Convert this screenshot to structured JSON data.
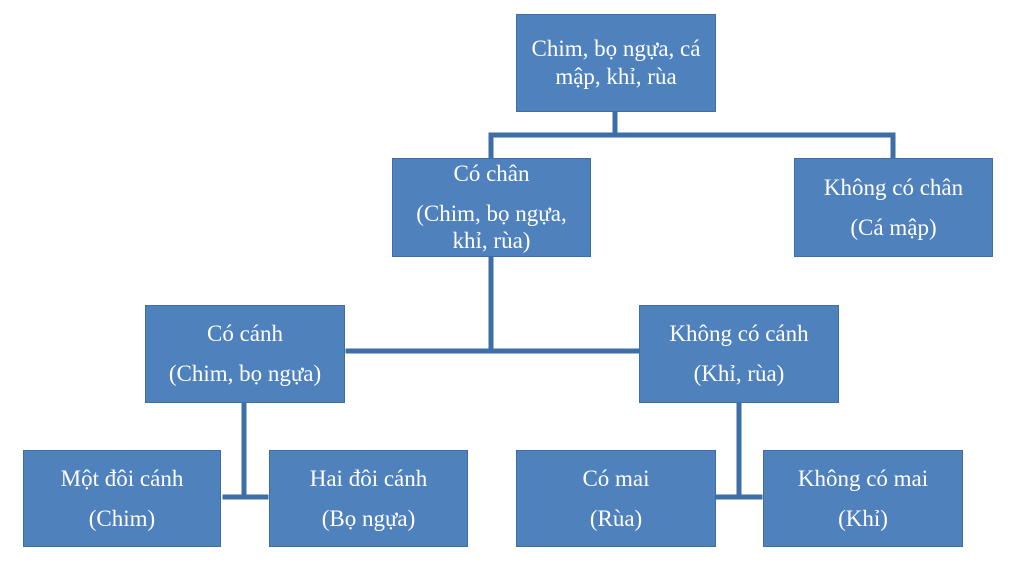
{
  "colors": {
    "box_fill": "#4f81bd",
    "connector": "#3e6ea6",
    "text": "#ffffff",
    "background": "#ffffff"
  },
  "nodes": {
    "root": {
      "line1": "Chim, bọ ngựa, cá",
      "line2": "mập, khỉ, rùa"
    },
    "co_chan": {
      "title": "Có chân",
      "detail_line1": "(Chim, bọ ngựa,",
      "detail_line2": "khỉ, rùa)"
    },
    "khong_co_chan": {
      "title": "Không có chân",
      "detail": "(Cá mập)"
    },
    "co_canh": {
      "title": "Có cánh",
      "detail": "(Chim, bọ ngựa)"
    },
    "khong_co_canh": {
      "title": "Không có cánh",
      "detail": "(Khỉ, rùa)"
    },
    "mot_doi_canh": {
      "title": "Một đôi cánh",
      "detail": "(Chim)"
    },
    "hai_doi_canh": {
      "title": "Hai đôi cánh",
      "detail": "(Bọ ngựa)"
    },
    "co_mai": {
      "title": "Có mai",
      "detail": "(Rùa)"
    },
    "khong_co_mai": {
      "title": "Không có mai",
      "detail": "(Khỉ)"
    }
  }
}
